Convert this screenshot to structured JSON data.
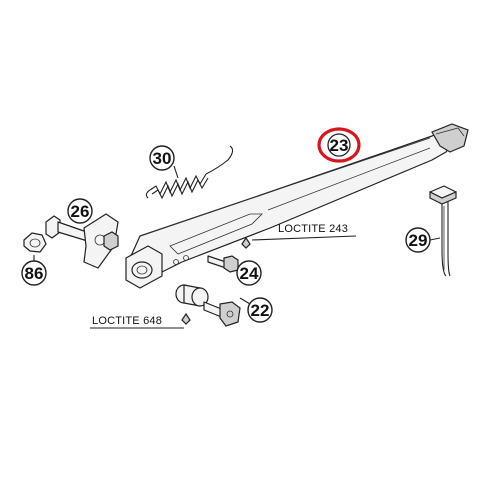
{
  "callouts": {
    "c23": "23",
    "c30": "30",
    "c26": "26",
    "c86": "86",
    "c24": "24",
    "c22": "22",
    "c29": "29"
  },
  "notes": {
    "loctite_243": "LOCTITE 243",
    "loctite_648": "LOCTITE 648"
  },
  "colors": {
    "highlight": "#d8141c",
    "line": "#222222",
    "background": "#ffffff"
  }
}
